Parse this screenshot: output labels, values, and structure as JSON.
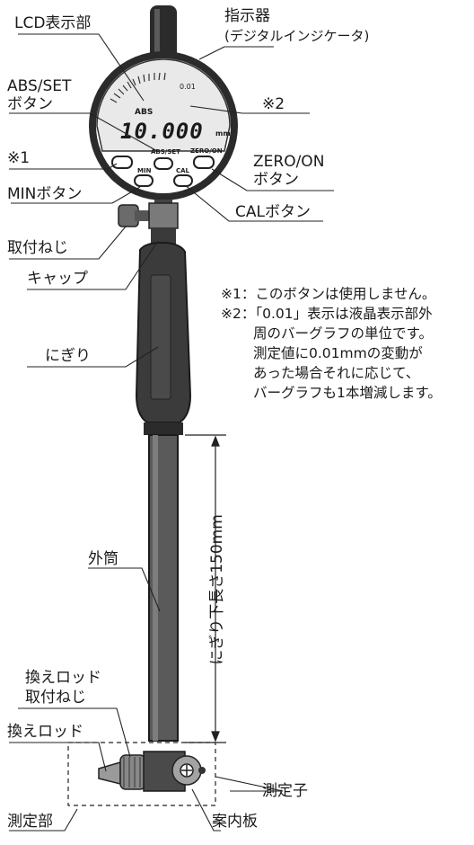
{
  "labels": {
    "lcd": "LCD表示部",
    "indicator": "指示器",
    "indicator_sub": "(デジタルインジケータ)",
    "abs_set": "ABS/SET",
    "button": "ボタン",
    "note2_mark": "※2",
    "note1_mark": "※1",
    "zero_on": "ZERO/ON",
    "zero_on_button": "ボタン",
    "min_button": "MINボタン",
    "cal_button": "CALボタン",
    "mount_screw": "取付ねじ",
    "cap": "キャップ",
    "grip": "にぎり",
    "outer_tube": "外筒",
    "grip_length": "にぎり下長さ150mm",
    "rod_screw_1": "換えロッド",
    "rod_screw_2": "取付ねじ",
    "rod": "換えロッド",
    "probe": "測定子",
    "measuring_part": "測定部",
    "guide_plate": "案内板"
  },
  "display": {
    "reading": "10.000",
    "unit": "mm",
    "bar_scale": "0.01",
    "abs": "ABS",
    "btn_abs_set": "ABS/SET",
    "btn_zero_on": "ZERO/ON",
    "btn_min": "MIN",
    "btn_cal": "CAL"
  },
  "notes": [
    "※1：このボタンは使用しません。",
    "※2：「0.01」表示は液晶表示部外",
    "周のバーグラフの単位です。",
    "測定値に0.01mmの変動が",
    "あった場合それに応じて、",
    "バーグラフも1本増減します。"
  ]
}
